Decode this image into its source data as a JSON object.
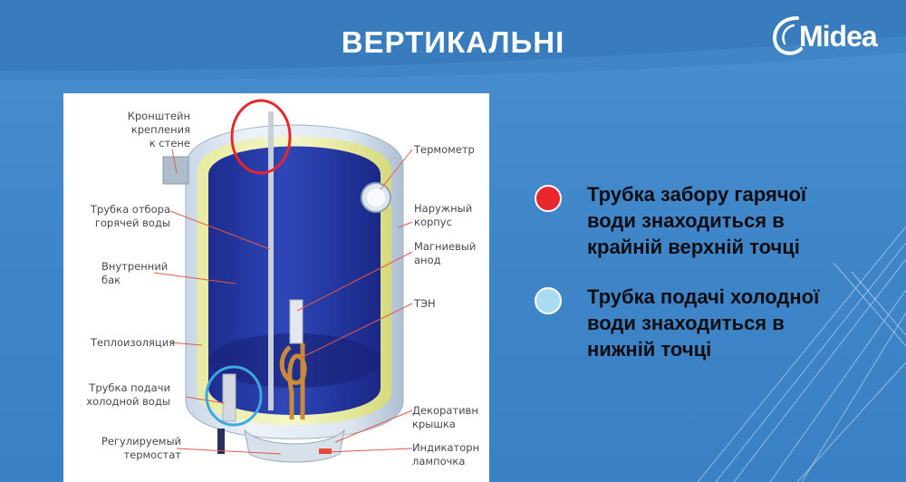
{
  "slide": {
    "title": "ВЕРТИКАЛЬНІ",
    "logo": {
      "text": "Midea",
      "icon": "midea-swirl-icon"
    }
  },
  "diagram": {
    "labels": {
      "bracket": [
        "Кронштейн",
        "крепления",
        "к стене"
      ],
      "hot_pipe": [
        "Трубка отбора",
        "горячей воды"
      ],
      "inner_tank": [
        "Внутренний",
        "бак"
      ],
      "insulation": [
        "Теплоизоляция"
      ],
      "cold_pipe": [
        "Трубка подачи",
        "холодной воды"
      ],
      "thermostat": [
        "Регулируемый",
        "термостат"
      ],
      "thermometer": [
        "Термометр"
      ],
      "outer_case": [
        "Наружный",
        "корпус"
      ],
      "anode": [
        "Магниевый",
        "анод"
      ],
      "heater": [
        "ТЭН"
      ],
      "cover": [
        "Декоративн",
        "крышка"
      ],
      "indicator": [
        "Индикаторн",
        "лампочка"
      ]
    },
    "colors": {
      "hot_marker": "#e8262b",
      "cold_marker": "#3da8e0"
    }
  },
  "bullets": [
    {
      "color": "#e8262b",
      "text": [
        "Трубка забору гарячої",
        "води знаходиться в",
        "крайній верхній точці"
      ]
    },
    {
      "color": "#a8dcf3",
      "text": [
        "Трубка подачі холодної",
        "води знаходиться в",
        "нижній точці"
      ]
    }
  ],
  "colors": {
    "background": "#4a8fce",
    "title": "#ffffff",
    "bullet_text": "#0e0e12"
  }
}
